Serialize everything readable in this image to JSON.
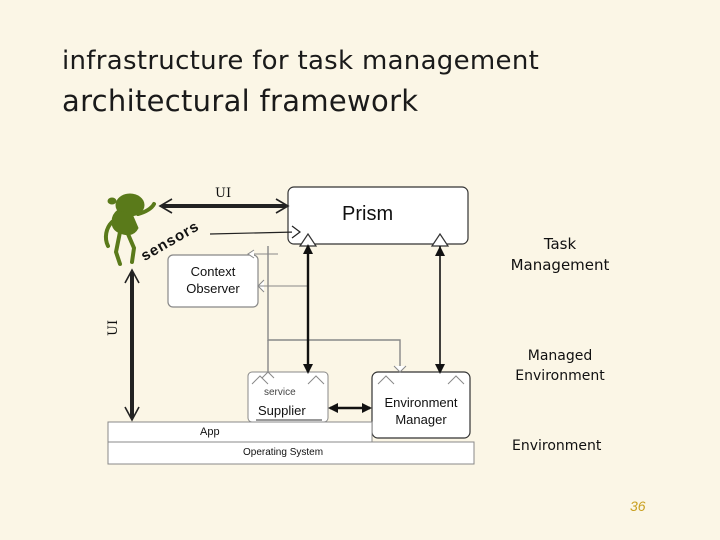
{
  "title": {
    "line1": "infrastructure for task management",
    "line2": "architectural framework"
  },
  "diagram": {
    "prism": "Prism",
    "ui_top": "UI",
    "ui_left": "UI",
    "sensors": "sensors",
    "context_observer_line1": "Context",
    "context_observer_line2": "Observer",
    "task_management_line1": "Task",
    "task_management_line2": "Management",
    "managed_environment_line1": "Managed",
    "managed_environment_line2": "Environment",
    "service": "service",
    "supplier": "Supplier",
    "environment_manager_line1": "Environment",
    "environment_manager_line2": "Manager",
    "app": "App",
    "operating_system": "Operating System",
    "environment": "Environment"
  },
  "slide_number": "36",
  "colors": {
    "background": "#FBF6E6",
    "stick_figure": "#5A7A1A",
    "page_number": "#C9A020",
    "dashed_line": "#888888"
  }
}
